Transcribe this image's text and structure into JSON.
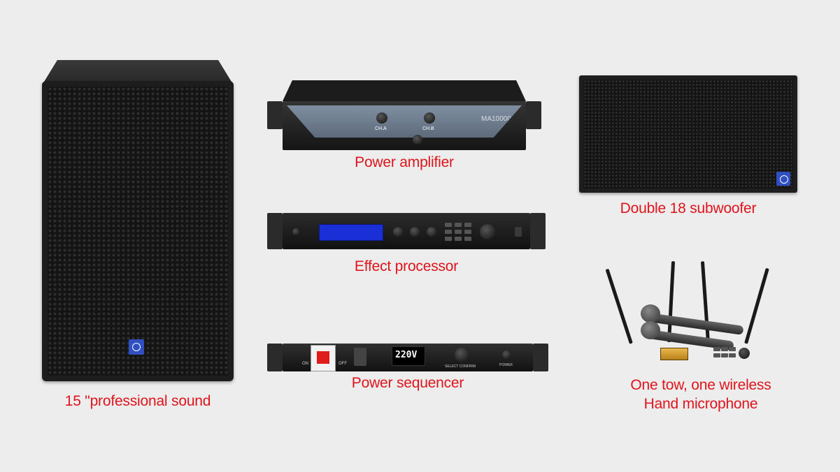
{
  "products": [
    {
      "id": "speaker",
      "caption": "15 \"professional sound"
    },
    {
      "id": "amplifier",
      "caption": "Power amplifier",
      "model_label": "MA10000",
      "channel_a": "CH.A",
      "channel_b": "CH.B"
    },
    {
      "id": "processor",
      "caption": "Effect processor"
    },
    {
      "id": "sequencer",
      "caption": "Power sequencer",
      "display": "220V",
      "on_label": "ON",
      "off_label": "OFF",
      "select_label": "SELECT CONFIRM",
      "power_label": "POWER"
    },
    {
      "id": "subwoofer",
      "caption": "Double 18 subwoofer"
    },
    {
      "id": "microphone",
      "caption_line1": "One tow, one wireless",
      "caption_line2": "Hand microphone"
    }
  ],
  "colors": {
    "background": "#ededed",
    "caption": "#e0141c",
    "badge": "#2f4fc2",
    "lcd": "#1a2fd6"
  }
}
